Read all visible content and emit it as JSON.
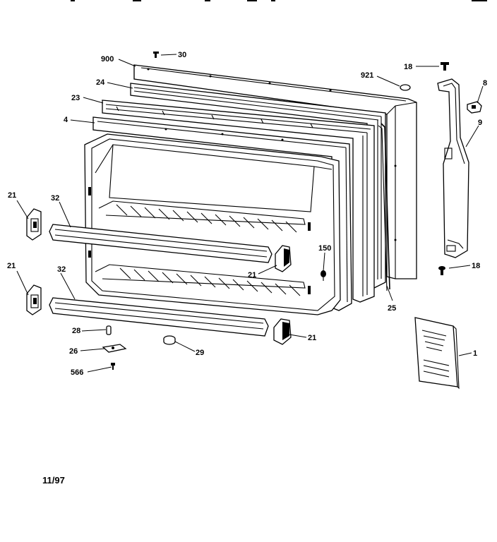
{
  "callouts": {
    "c900": "900",
    "c30": "30",
    "c24": "24",
    "c23": "23",
    "c4": "4",
    "c921": "921",
    "c18_top": "18",
    "c8": "8",
    "c9": "9",
    "c21_left_upper": "21",
    "c32_upper": "32",
    "c21_left_lower": "21",
    "c32_lower": "32",
    "c150": "150",
    "c21_mid": "21",
    "c18_bottom": "18",
    "c25": "25",
    "c21_bottom": "21",
    "c28": "28",
    "c26": "26",
    "c566": "566",
    "c29": "29",
    "c1": "1"
  },
  "footer": {
    "date_code": "11/97"
  }
}
